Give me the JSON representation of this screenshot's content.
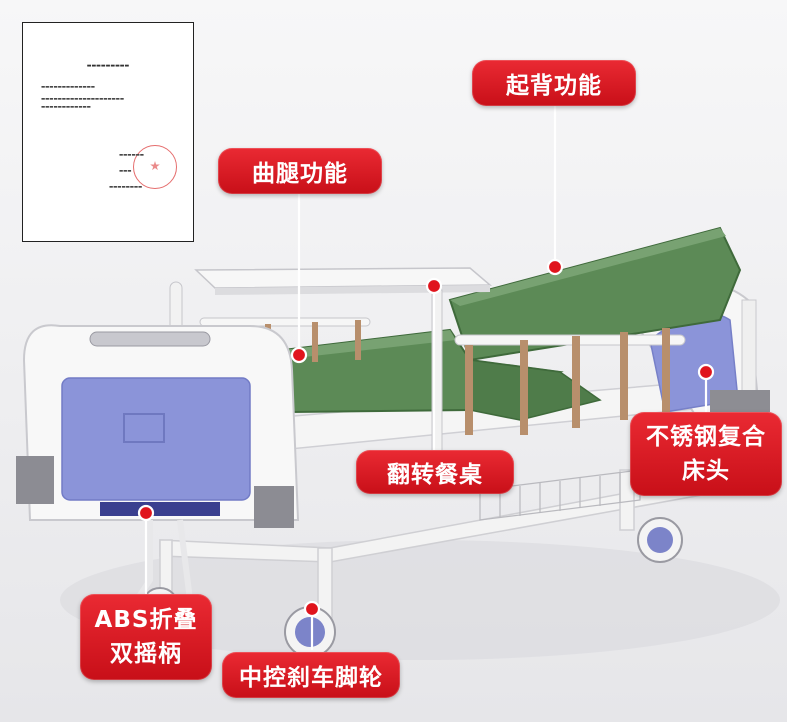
{
  "labels": {
    "back_lift": "起背功能",
    "leg_bend": "曲腿功能",
    "flip_table": "翻转餐桌",
    "headboard_line1": "不锈钢复合",
    "headboard_line2": "床头",
    "crank_line1": "ABS折叠",
    "crank_line2": "双摇柄",
    "brake_wheel": "中控刹车脚轮"
  },
  "colors": {
    "label_red": "#d8141d",
    "marker_red": "#e0141c",
    "mattress_green": "#5c8a56",
    "panel_blue": "#8b94d9",
    "frame_white": "#f6f6f6",
    "background": "#ececee"
  }
}
